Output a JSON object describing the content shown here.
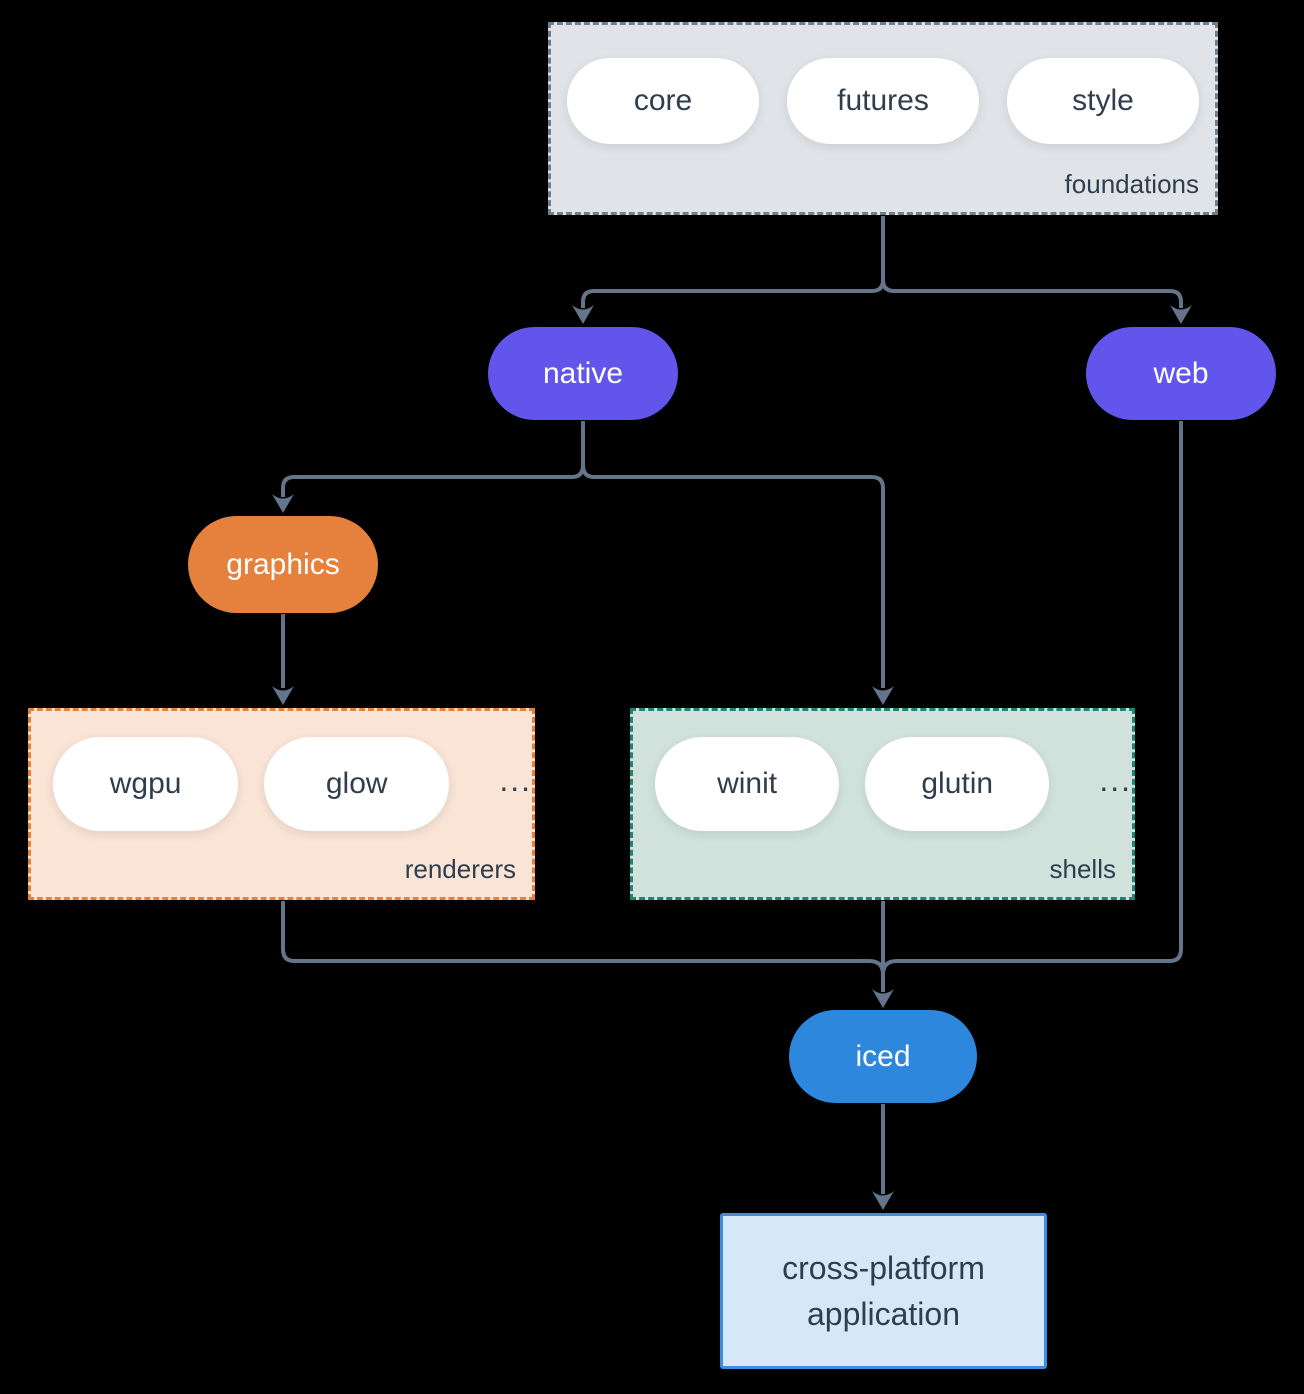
{
  "colors": {
    "background": "#000000",
    "connector": "#64748b",
    "text-dark": "#2f3e4d",
    "white": "#ffffff",
    "purple": "#6155ec",
    "orange": "#e5813c",
    "orange-light": "#fae4d6",
    "teal": "#1e8575",
    "teal-light": "#d1e2dc",
    "blue": "#2d87dd",
    "blue-light": "#d6e8f8",
    "blue-border": "#3b8de0",
    "gray-light": "#e0e4e8",
    "gray-border": "#6d7f8c"
  },
  "nodes": {
    "foundations": {
      "label": "foundations",
      "items": [
        "core",
        "futures",
        "style"
      ]
    },
    "native": {
      "label": "native"
    },
    "web": {
      "label": "web"
    },
    "graphics": {
      "label": "graphics"
    },
    "renderers": {
      "label": "renderers",
      "items": [
        "wgpu",
        "glow"
      ],
      "ellipsis": "..."
    },
    "shells": {
      "label": "shells",
      "items": [
        "winit",
        "glutin"
      ],
      "ellipsis": "..."
    },
    "iced": {
      "label": "iced"
    },
    "application": {
      "line1": "cross-platform",
      "line2": "application"
    }
  }
}
